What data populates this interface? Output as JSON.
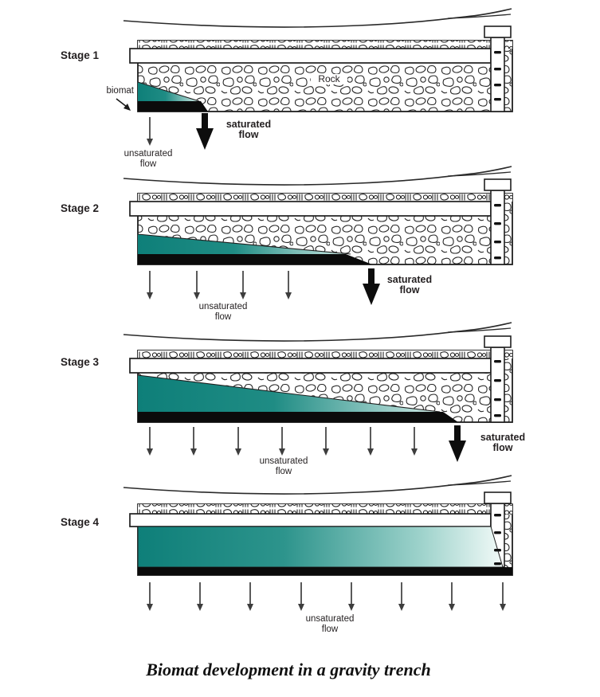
{
  "caption": "Biomat development in a gravity trench",
  "colors": {
    "ink": "#231f20",
    "biomat_dark_teal": "#0e7f79",
    "biomat_light_teal": "#d7efe9",
    "biomat_bar_black": "#0b0b0b",
    "rock_fill": "#ffffff",
    "background": "#ffffff"
  },
  "stages": [
    {
      "label": "Stage 1",
      "rock_label": "Rock",
      "biomat_label": "biomat",
      "unsaturated_flow_label": "unsaturated\nflow",
      "saturated_flow_label": "saturated\nflow",
      "unsaturated_arrow_count": 1,
      "has_saturated_arrow": true
    },
    {
      "label": "Stage 2",
      "unsaturated_flow_label": "unsaturated\nflow",
      "saturated_flow_label": "saturated\nflow",
      "unsaturated_arrow_count": 4,
      "has_saturated_arrow": true
    },
    {
      "label": "Stage 3",
      "unsaturated_flow_label": "unsaturated\nflow",
      "saturated_flow_label": "saturated\nflow",
      "unsaturated_arrow_count": 7,
      "has_saturated_arrow": true
    },
    {
      "label": "Stage 4",
      "unsaturated_flow_label": "unsaturated\nflow",
      "unsaturated_arrow_count": 8,
      "has_saturated_arrow": false
    }
  ]
}
